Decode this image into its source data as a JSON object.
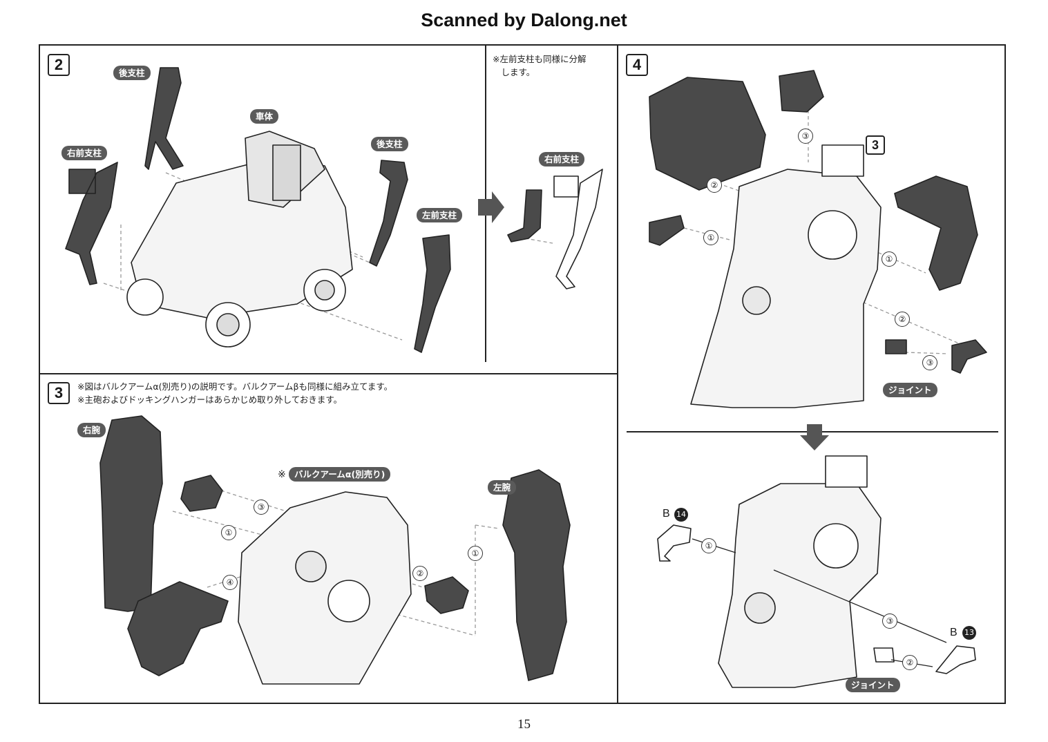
{
  "header": "Scanned by Dalong.net",
  "page_number": "15",
  "colors": {
    "part": "#4a4a4a",
    "line": "#222222",
    "pill": "#5a5a5a"
  },
  "step2": {
    "number": "2",
    "note": "※左前支柱も同様に分解\n　します。",
    "labels": {
      "rear_strut_1": "後支柱",
      "body": "車体",
      "right_front_strut": "右前支柱",
      "rear_strut_2": "後支柱",
      "left_front_strut": "左前支柱",
      "right_front_strut_inset": "右前支柱"
    }
  },
  "step3": {
    "number": "3",
    "note": "※図はバルクアームα(別売り)の説明です。バルクアームβも同様に組み立てます。\n※主砲およびドッキングハンガーはあらかじめ取り外しておきます。",
    "labels": {
      "right_arm": "右腕",
      "left_arm": "左腕",
      "ref_mark": "※",
      "bulk_arm": "バルクアームα(別売り)"
    },
    "circled": [
      "③",
      "①",
      "④",
      "②",
      "①"
    ]
  },
  "step4": {
    "number": "4",
    "sub_number": "3",
    "labels": {
      "joint_top": "ジョイント",
      "joint_bottom": "ジョイント"
    },
    "circled_top": [
      "③",
      "②",
      "①",
      "①",
      "②",
      "③"
    ],
    "circled_bottom": [
      "①",
      "③",
      "②"
    ],
    "part_refs": {
      "b14_letter": "B",
      "b14_num": "14",
      "b13_letter": "B",
      "b13_num": "13"
    }
  }
}
